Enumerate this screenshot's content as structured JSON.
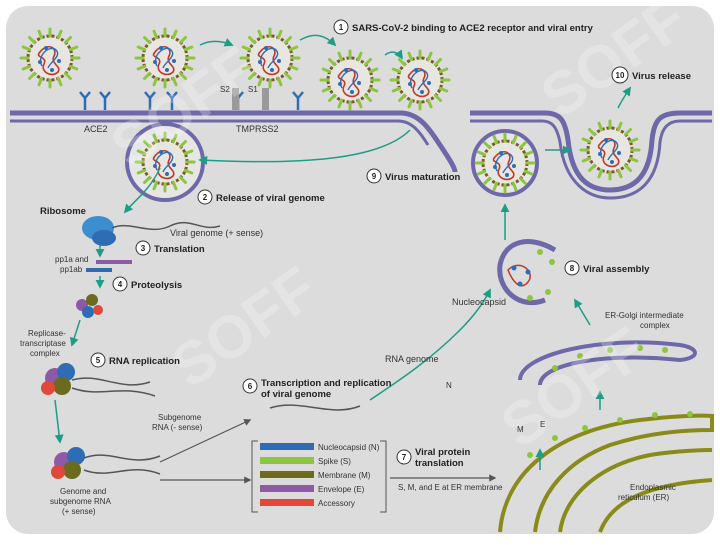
{
  "steps": [
    {
      "num": "1",
      "label": "SARS-CoV-2 binding to ACE2 receptor and viral entry"
    },
    {
      "num": "2",
      "label": "Release of viral genome"
    },
    {
      "num": "3",
      "label": "Translation"
    },
    {
      "num": "4",
      "label": "Proteolysis"
    },
    {
      "num": "5",
      "label": "RNA replication"
    },
    {
      "num": "6",
      "label_line1": "Transcription and replication",
      "label_line2": "of viral genome"
    },
    {
      "num": "7",
      "label_line1": "Viral protein",
      "label_line2": "translation"
    },
    {
      "num": "8",
      "label": "Viral assembly"
    },
    {
      "num": "9",
      "label": "Virus maturation"
    },
    {
      "num": "10",
      "label": "Virus release"
    }
  ],
  "labels": {
    "ace2": "ACE2",
    "s2_a": "S2",
    "s1": "S1",
    "tmprss2": "TMPRSS2",
    "ribosome": "Ribosome",
    "viral_genome": "Viral genome (+ sense)",
    "pp1a_line1": "pp1a and",
    "pp1a_line2": "pp1ab",
    "replicase_line1": "Replicase-",
    "replicase_line2": "transcriptase",
    "replicase_line3": "complex",
    "subgenome_line1": "Subgenome",
    "subgenome_line2": "RNA (- sense)",
    "genome_line1": "Genome and",
    "genome_line2": "subgenome RNA",
    "genome_line3": "(+ sense)",
    "rna_genome": "RNA genome",
    "n": "N",
    "nucleocapsid": "Nucleocapsid",
    "ergic_line1": "ER-Golgi intermediate",
    "ergic_line2": "complex",
    "er_line1": "Endoplasmic",
    "er_line2": "reticulum (ER)",
    "er_m": "M",
    "er_e": "E",
    "smE": "S, M, and E at ER membrane"
  },
  "legend": [
    {
      "label": "Nucleocapsid (N)",
      "color": "#2e6db4"
    },
    {
      "label": "Spike (S)",
      "color": "#8cc63f"
    },
    {
      "label": "Membrane (M)",
      "color": "#6b6a1f"
    },
    {
      "label": "Envelope (E)",
      "color": "#8e5aa8"
    },
    {
      "label": "Accessory",
      "color": "#e0483a"
    }
  ],
  "colors": {
    "background": "#dcdcdc",
    "membrane": "#6d69a8",
    "arrow": "#1f9c86",
    "spike": "#8cc63f",
    "rna": "#c0392b",
    "er": "#8a8a1a"
  },
  "watermark": "SOFF"
}
